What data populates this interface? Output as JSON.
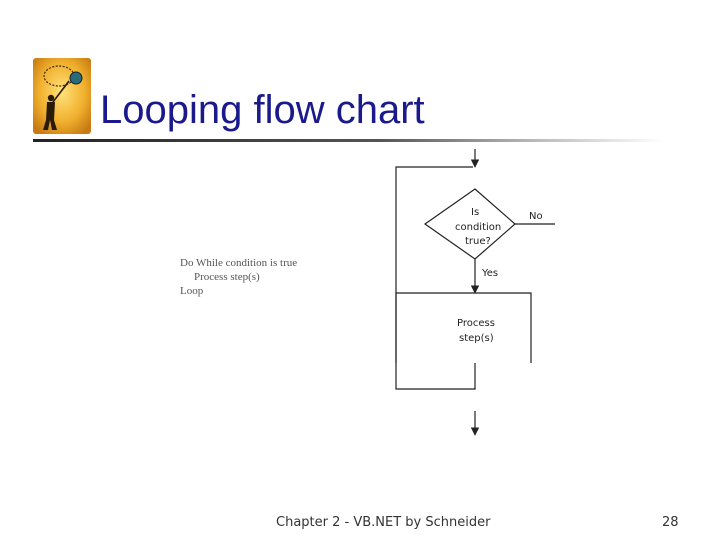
{
  "slide": {
    "title": "Looping flow chart",
    "logo_icon": "person-with-net-icon"
  },
  "code": {
    "lines": [
      "Do While condition is true",
      "Process step(s)",
      "Loop"
    ]
  },
  "flowchart": {
    "decision_lines": [
      "Is",
      "condition",
      "true?"
    ],
    "no_label": "No",
    "yes_label": "Yes",
    "process_lines": [
      "Process",
      "step(s)"
    ]
  },
  "footer": {
    "text": "Chapter 2 - VB.NET by Schneider",
    "page_number": "28"
  },
  "colors": {
    "title": "#1a1a8c",
    "logo_background": "#e8a020"
  }
}
